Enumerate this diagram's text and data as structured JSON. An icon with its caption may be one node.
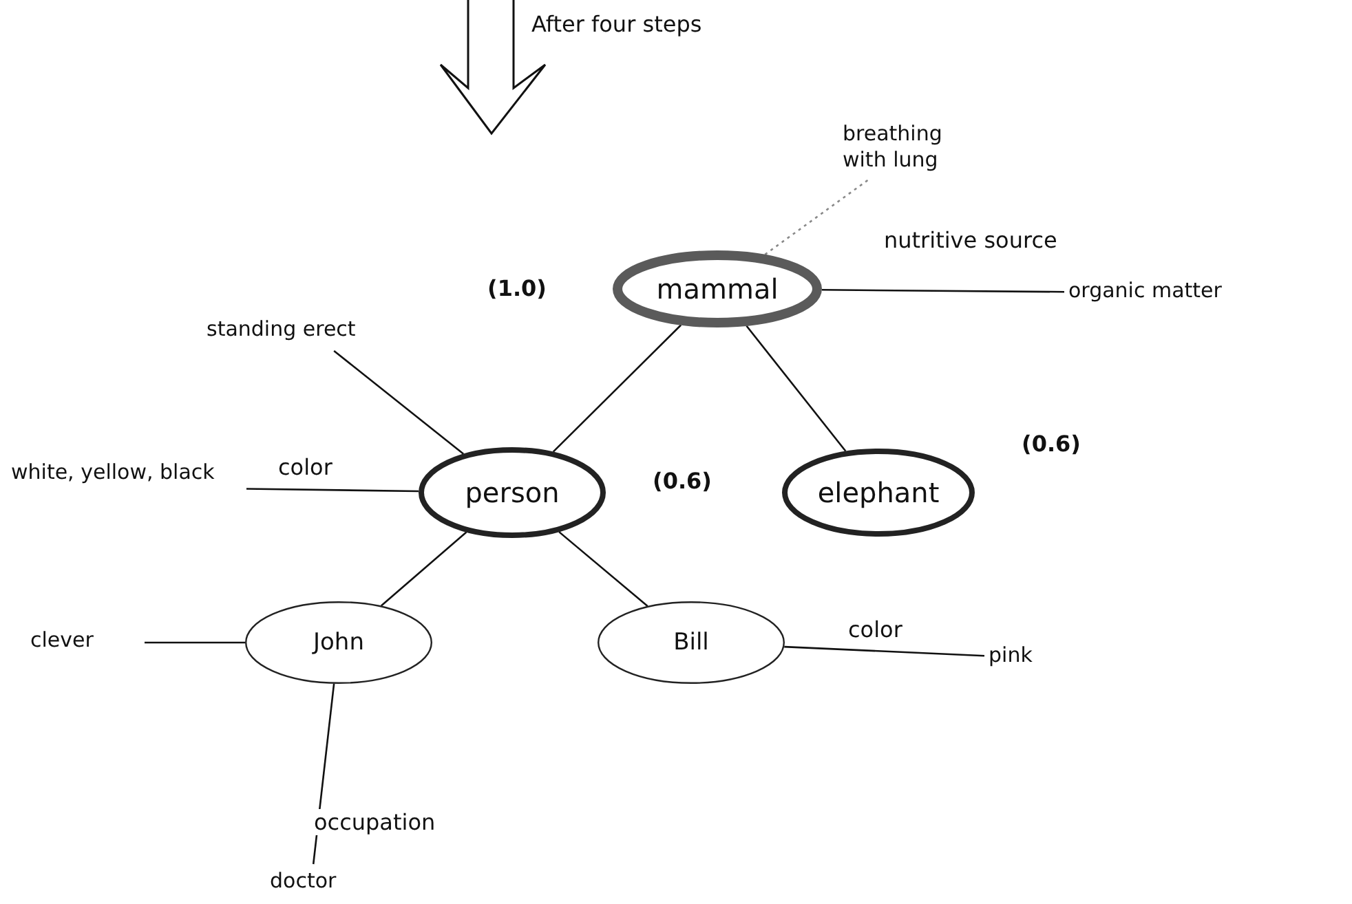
{
  "diagram": {
    "nodes": [
      {
        "text": [
          "mammal"
        ],
        "beside": [
          "(1.0)"
        ]
      },
      {
        "text": [
          "person"
        ],
        "beside": [
          "(0.6)"
        ]
      },
      {
        "text": [
          "elephant"
        ],
        "beside": [
          "(0.6)"
        ]
      },
      {
        "text": [
          "John"
        ]
      },
      {
        "text": [
          "Bill"
        ]
      },
      {
        "text": [
          "breathing with lung"
        ]
      },
      {
        "text": [
          "organic matter"
        ]
      },
      {
        "text": [
          "standing erect"
        ]
      },
      {
        "text": [
          "white, yellow, black"
        ]
      },
      {
        "text": [
          "clever"
        ]
      },
      {
        "text": [
          "doctor"
        ]
      },
      {
        "text": [
          "pink"
        ]
      }
    ],
    "edges": [
      {
        "from": 0,
        "to": 1,
        "arrow": "none"
      },
      {
        "from": 0,
        "to": 2,
        "arrow": "none"
      },
      {
        "from": 1,
        "to": 3,
        "arrow": "none"
      },
      {
        "from": 1,
        "to": 4,
        "arrow": "none"
      },
      {
        "from": 5,
        "to": 0,
        "arrow": "none",
        "style": "dashed",
        "color": "#888888"
      },
      {
        "from": 0,
        "to": 6,
        "arrow": "none",
        "label": "nutritive source"
      },
      {
        "from": 7,
        "to": 1,
        "arrow": "none"
      },
      {
        "from": 8,
        "to": 1,
        "arrow": "none",
        "label": "color"
      },
      {
        "from": 9,
        "to": 3,
        "arrow": "none"
      },
      {
        "from": 3,
        "to": 10,
        "arrow": "none",
        "label": "occupation"
      },
      {
        "from": 4,
        "to": 11,
        "arrow": "none",
        "label": "color"
      }
    ],
    "labels": [
      "After four steps"
    ]
  }
}
